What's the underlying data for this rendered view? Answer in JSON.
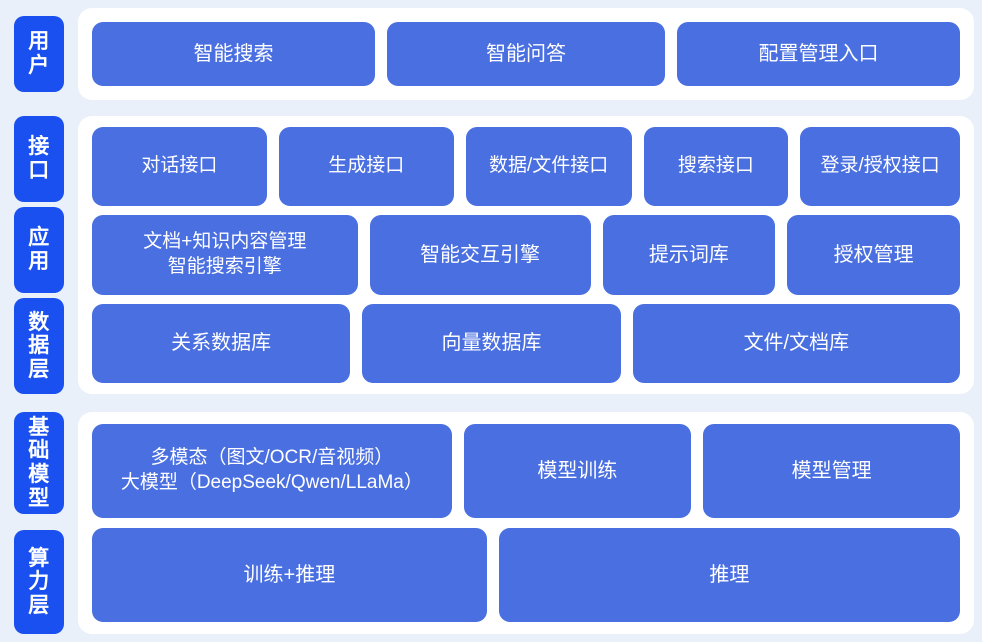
{
  "theme": {
    "background": "#eaf0fa",
    "panel": "#ffffff",
    "tab_blue": "#1a50f0",
    "box_blue": "#4a6fe0",
    "text_on_blue": "#ffffff"
  },
  "sections": [
    {
      "id": "user",
      "tabs": [
        {
          "label": "用户",
          "name": "layer-tab-user"
        }
      ],
      "rows": [
        {
          "id": "row-user",
          "boxes": [
            {
              "label": "智能搜索"
            },
            {
              "label": "智能问答"
            },
            {
              "label": "配置管理入口"
            }
          ]
        }
      ]
    },
    {
      "id": "core",
      "tabs": [
        {
          "label": "接口",
          "name": "layer-tab-interface"
        },
        {
          "label": "应用",
          "name": "layer-tab-application"
        },
        {
          "label": "数据层",
          "name": "layer-tab-data"
        }
      ],
      "rows": [
        {
          "id": "row-interface",
          "boxes": [
            {
              "label": "对话接口"
            },
            {
              "label": "生成接口"
            },
            {
              "label": "数据/文件接口"
            },
            {
              "label": "搜索接口"
            },
            {
              "label": "登录/授权接口"
            }
          ]
        },
        {
          "id": "row-app",
          "boxes": [
            {
              "label": "文档+知识内容管理\n智能搜索引擎"
            },
            {
              "label": "智能交互引擎"
            },
            {
              "label": "提示词库"
            },
            {
              "label": "授权管理"
            }
          ]
        },
        {
          "id": "row-data",
          "boxes": [
            {
              "label": "关系数据库"
            },
            {
              "label": "向量数据库"
            },
            {
              "label": "文件/文档库"
            }
          ]
        }
      ]
    },
    {
      "id": "base",
      "tabs": [
        {
          "label": "基础模型",
          "name": "layer-tab-base-model"
        },
        {
          "label": "算力层",
          "name": "layer-tab-compute"
        }
      ],
      "rows": [
        {
          "id": "row-model",
          "boxes": [
            {
              "label": "多模态（图文/OCR/音视频）\n大模型（DeepSeek/Qwen/LLaMa）"
            },
            {
              "label": "模型训练"
            },
            {
              "label": "模型管理"
            }
          ]
        },
        {
          "id": "row-compute",
          "boxes": [
            {
              "label": "训练+推理"
            },
            {
              "label": "推理"
            }
          ]
        }
      ]
    }
  ]
}
